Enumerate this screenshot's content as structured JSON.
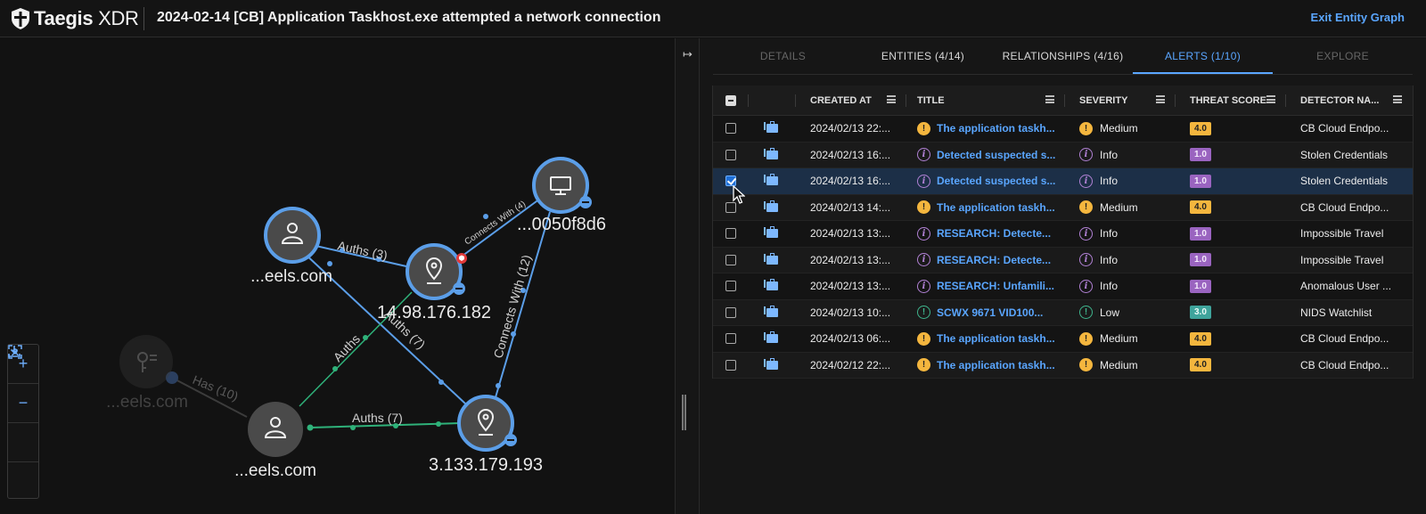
{
  "app": {
    "brand_bold": "Taegis",
    "brand_light": " XDR"
  },
  "incident": {
    "title": "2024-02-14 [CB] Application Taskhost.exe attempted a network connection"
  },
  "exit_label": "Exit Entity Graph",
  "graph": {
    "nodes": [
      {
        "id": "user1",
        "label": "...eels.com",
        "icon": "user-icon"
      },
      {
        "id": "ip1",
        "label": "14.98.176.182",
        "icon": "location-pin-icon"
      },
      {
        "id": "host1",
        "label": "...0050f8d6",
        "icon": "monitor-icon"
      },
      {
        "id": "key1",
        "label": "...eels.com",
        "icon": "key-icon"
      },
      {
        "id": "user2",
        "label": "...eels.com",
        "icon": "user-icon"
      },
      {
        "id": "ip2",
        "label": "3.133.179.193",
        "icon": "location-pin-icon"
      }
    ],
    "edges": [
      {
        "label": "Auths (3)"
      },
      {
        "label": "Connects With (4)"
      },
      {
        "label": "Connects With (12)"
      },
      {
        "label": "Auths"
      },
      {
        "label": "Auths (7)"
      },
      {
        "label": "Auths (7)"
      },
      {
        "label": "Has (10)"
      }
    ],
    "zoom_controls": [
      "+",
      "−"
    ]
  },
  "tabs": [
    {
      "label": "DETAILS",
      "state": "disabled"
    },
    {
      "label": "ENTITIES  (4/14)",
      "state": "normal"
    },
    {
      "label": "RELATIONSHIPS  (4/16)",
      "state": "normal"
    },
    {
      "label": "ALERTS  (1/10)",
      "state": "active"
    },
    {
      "label": "EXPLORE",
      "state": "disabled"
    }
  ],
  "table": {
    "columns": [
      "CREATED AT",
      "TITLE",
      "SEVERITY",
      "THREAT SCORE",
      "DETECTOR NA..."
    ],
    "rows": [
      {
        "created": "2024/02/13 22:...",
        "title": "The application taskh...",
        "severity": "Medium",
        "score": "4.0",
        "detector": "CB Cloud Endpo...",
        "checked": false
      },
      {
        "created": "2024/02/13 16:...",
        "title": "Detected suspected s...",
        "severity": "Info",
        "score": "1.0",
        "detector": "Stolen Credentials",
        "checked": false
      },
      {
        "created": "2024/02/13 16:...",
        "title": "Detected suspected s...",
        "severity": "Info",
        "score": "1.0",
        "detector": "Stolen Credentials",
        "checked": true
      },
      {
        "created": "2024/02/13 14:...",
        "title": "The application taskh...",
        "severity": "Medium",
        "score": "4.0",
        "detector": "CB Cloud Endpo...",
        "checked": false
      },
      {
        "created": "2024/02/13 13:...",
        "title": "RESEARCH: Detecte...",
        "severity": "Info",
        "score": "1.0",
        "detector": "Impossible Travel",
        "checked": false
      },
      {
        "created": "2024/02/13 13:...",
        "title": "RESEARCH: Detecte...",
        "severity": "Info",
        "score": "1.0",
        "detector": "Impossible Travel",
        "checked": false
      },
      {
        "created": "2024/02/13 13:...",
        "title": "RESEARCH: Unfamili...",
        "severity": "Info",
        "score": "1.0",
        "detector": "Anomalous User ...",
        "checked": false
      },
      {
        "created": "2024/02/13 10:...",
        "title": "SCWX 9671 VID100...",
        "severity": "Low",
        "score": "3.0",
        "detector": "NIDS Watchlist",
        "checked": false
      },
      {
        "created": "2024/02/13 06:...",
        "title": "The application taskh...",
        "severity": "Medium",
        "score": "4.0",
        "detector": "CB Cloud Endpo...",
        "checked": false
      },
      {
        "created": "2024/02/12 22:...",
        "title": "The application taskh...",
        "severity": "Medium",
        "score": "4.0",
        "detector": "CB Cloud Endpo...",
        "checked": false
      }
    ]
  },
  "colors": {
    "accent": "#5aa6ff",
    "medium": "#f4b63e",
    "info": "#9a64c0",
    "low": "#3fa49c",
    "edge_blue": "#5b9ee8",
    "edge_green": "#2fb27a"
  }
}
